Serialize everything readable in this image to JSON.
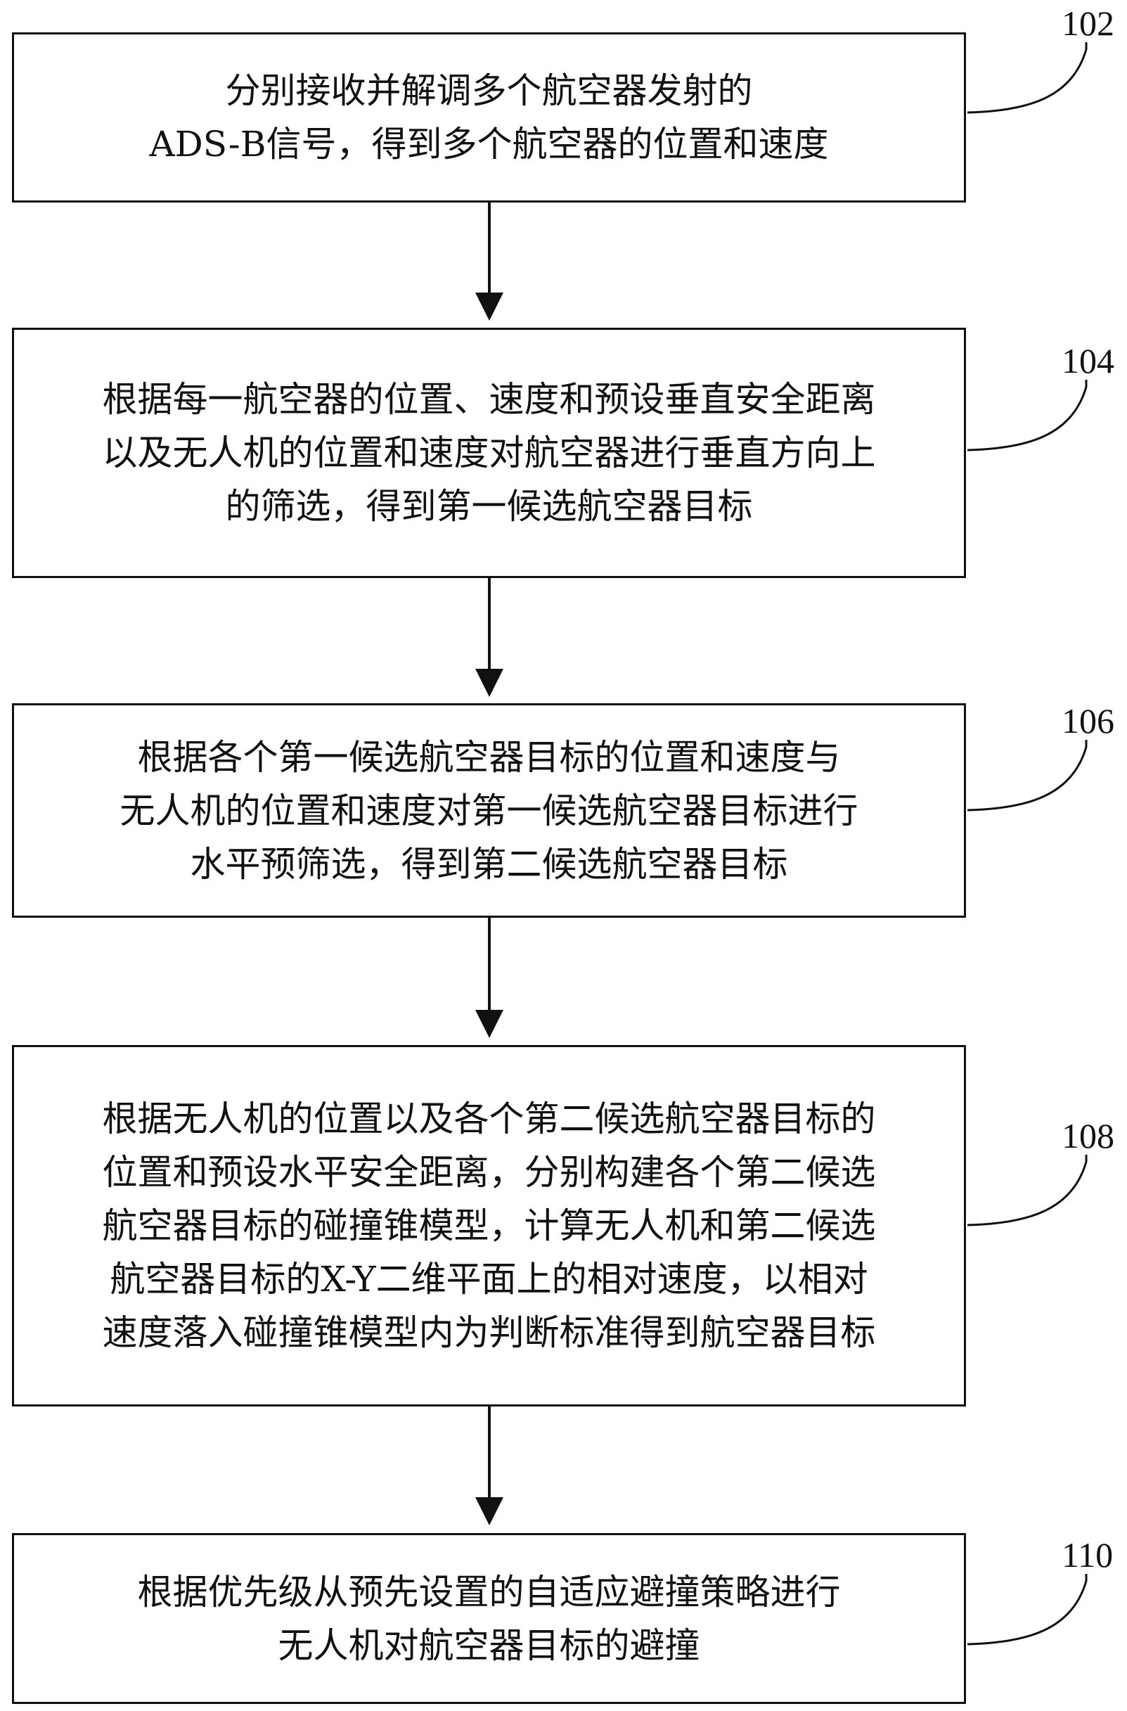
{
  "steps": [
    {
      "number": "102",
      "lines": [
        "分别接收并解调多个航空器发射的",
        "ADS-B信号，得到多个航空器的位置和速度"
      ]
    },
    {
      "number": "104",
      "lines": [
        "根据每一航空器的位置、速度和预设垂直安全距离",
        "以及无人机的位置和速度对航空器进行垂直方向上",
        "的筛选，得到第一候选航空器目标"
      ]
    },
    {
      "number": "106",
      "lines": [
        "根据各个第一候选航空器目标的位置和速度与",
        "无人机的位置和速度对第一候选航空器目标进行",
        "水平预筛选，得到第二候选航空器目标"
      ]
    },
    {
      "number": "108",
      "lines": [
        "根据无人机的位置以及各个第二候选航空器目标的",
        "位置和预设水平安全距离，分别构建各个第二候选",
        "航空器目标的碰撞锥模型，计算无人机和第二候选",
        "航空器目标的X-Y二维平面上的相对速度，以相对",
        "速度落入碰撞锥模型内为判断标准得到航空器目标"
      ]
    },
    {
      "number": "110",
      "lines": [
        "根据优先级从预先设置的自适应避撞策略进行",
        "无人机对航空器目标的避撞"
      ]
    }
  ]
}
